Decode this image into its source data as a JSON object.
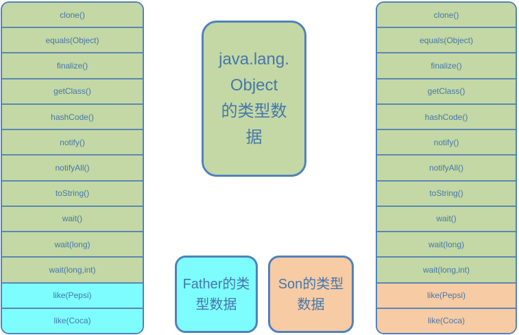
{
  "palette": {
    "background": "#ffffff",
    "green": "#c3d8a4",
    "cyan": "#7dfdfd",
    "orange": "#f7cba4",
    "border_blue": "#4f81bd",
    "separator_blue": "#5b86b4",
    "text_blue": "#4677ab"
  },
  "boxes": {
    "object": {
      "label": "java.lang.\nObject\n的类型数\n据"
    },
    "father": {
      "label": "Father的类\n型数据"
    },
    "son": {
      "label": "Son的类型\n数据"
    }
  },
  "tables": {
    "left": {
      "rows": [
        {
          "label": "clone()",
          "variant": "green"
        },
        {
          "label": "equals(Object)",
          "variant": "green"
        },
        {
          "label": "finalize()",
          "variant": "green"
        },
        {
          "label": "getClass()",
          "variant": "green"
        },
        {
          "label": "hashCode()",
          "variant": "green"
        },
        {
          "label": "notify()",
          "variant": "green"
        },
        {
          "label": "notifyAll()",
          "variant": "green"
        },
        {
          "label": "toString()",
          "variant": "green"
        },
        {
          "label": "wait()",
          "variant": "green"
        },
        {
          "label": "wait(long)",
          "variant": "green"
        },
        {
          "label": "wait(long,int)",
          "variant": "green"
        },
        {
          "label": "like(Pepsi)",
          "variant": "cyan"
        },
        {
          "label": "like(Coca)",
          "variant": "cyan"
        }
      ]
    },
    "right": {
      "rows": [
        {
          "label": "clone()",
          "variant": "green"
        },
        {
          "label": "equals(Object)",
          "variant": "green"
        },
        {
          "label": "finalize()",
          "variant": "green"
        },
        {
          "label": "getClass()",
          "variant": "green"
        },
        {
          "label": "hashCode()",
          "variant": "green"
        },
        {
          "label": "notify()",
          "variant": "green"
        },
        {
          "label": "notifyAll()",
          "variant": "green"
        },
        {
          "label": "toString()",
          "variant": "green"
        },
        {
          "label": "wait()",
          "variant": "green"
        },
        {
          "label": "wait(long)",
          "variant": "green"
        },
        {
          "label": "wait(long,int)",
          "variant": "green"
        },
        {
          "label": "like(Pepsi)",
          "variant": "orange"
        },
        {
          "label": "like(Coca)",
          "variant": "orange"
        }
      ]
    }
  }
}
